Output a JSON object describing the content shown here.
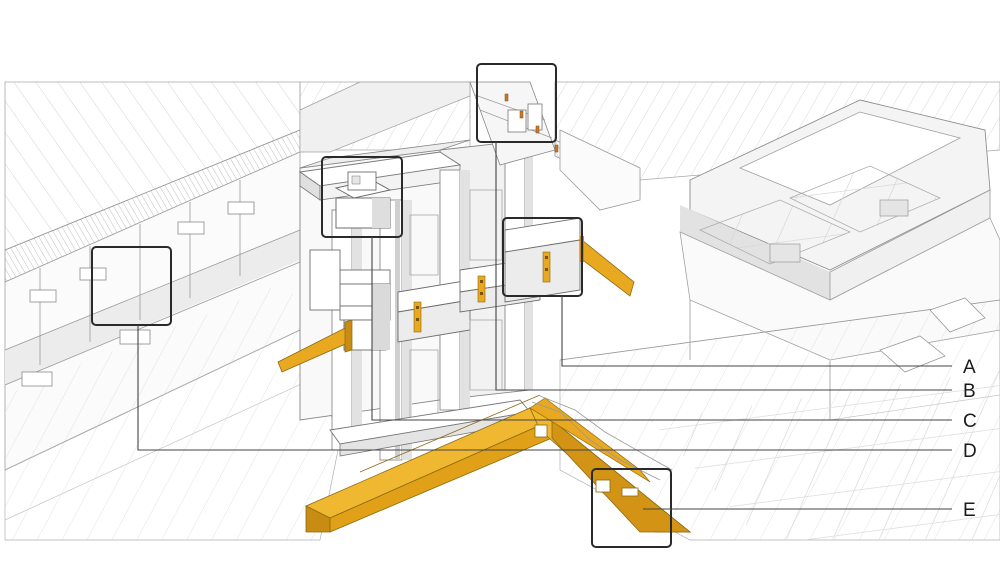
{
  "callouts": [
    {
      "id": "A",
      "label": "A"
    },
    {
      "id": "B",
      "label": "B"
    },
    {
      "id": "C",
      "label": "C"
    },
    {
      "id": "D",
      "label": "D"
    },
    {
      "id": "E",
      "label": "E"
    }
  ],
  "colors": {
    "timber_highlight": "#e8a820",
    "timber_shadow": "#c98c12",
    "line": "#9a9a9a",
    "leader": "#444444",
    "background": "#ffffff"
  }
}
